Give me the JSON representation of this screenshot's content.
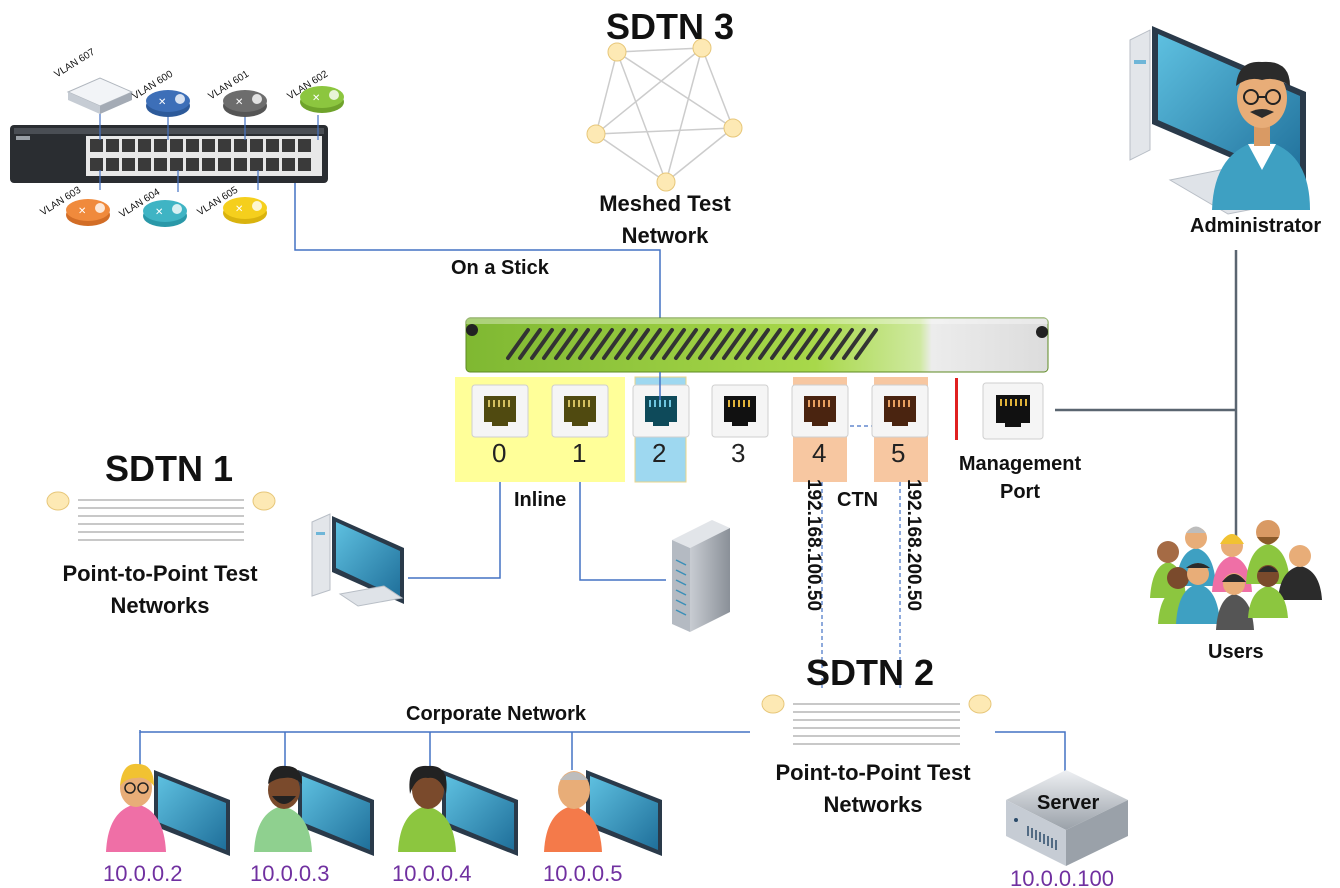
{
  "sdtn3": {
    "title": "SDTN 3",
    "caption": "Meshed Test\nNetwork"
  },
  "sdtn1": {
    "title": "SDTN 1",
    "caption": "Point-to-Point Test\nNetworks"
  },
  "sdtn2": {
    "title": "SDTN 2",
    "caption": "Point-to-Point Test\nNetworks"
  },
  "labels": {
    "on_a_stick": "On a Stick",
    "inline": "Inline",
    "ctn": "CTN",
    "management_port": "Management\nPort",
    "administrator": "Administrator",
    "users": "Users",
    "corporate_network": "Corporate Network",
    "server": "Server",
    "ip_ctn_left": "192.168.100.50",
    "ip_ctn_right": "192.168.200.50"
  },
  "vlans": [
    "VLAN 607",
    "VLAN 600",
    "VLAN 601",
    "VLAN 602",
    "VLAN 603",
    "VLAN 604",
    "VLAN 605"
  ],
  "ports": [
    "0",
    "1",
    "2",
    "3",
    "4",
    "5"
  ],
  "hosts": [
    "10.0.0.2",
    "10.0.0.3",
    "10.0.0.4",
    "10.0.0.5"
  ],
  "server_ip": "10.0.0.100",
  "colors": {
    "line": "#4472c4",
    "appliance": "#8cc63f",
    "inline_zone": "#ffff99",
    "port2_zone": "#9ed8f0",
    "ctn_zone": "#f7c7a1",
    "mgmt_marker": "#e02020",
    "ip_text": "#7030a0",
    "vlan_600": "#3d6fb8",
    "vlan_601": "#6d6d6d",
    "vlan_602": "#8cc63f",
    "vlan_603": "#f08a3c",
    "vlan_604": "#3fb4c4",
    "vlan_605": "#f5cf1d"
  }
}
